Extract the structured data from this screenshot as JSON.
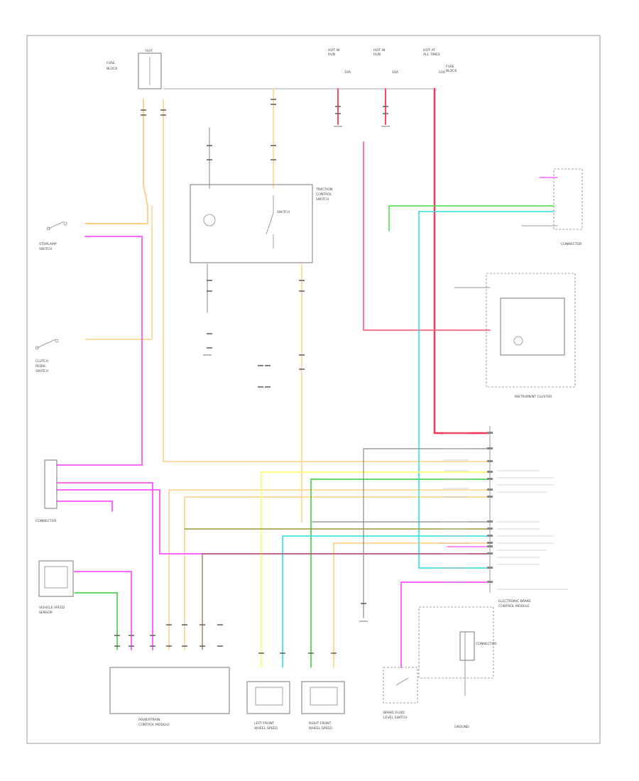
{
  "diagram": {
    "footer_code": "",
    "components": {
      "instrument_cluster": "INSTRUMENT CLUSTER",
      "electronic_brake_module": "ELECTRONIC BRAKE CONTROL MODULE (EBCM)",
      "powertrain_control_module": "POWERTRAIN CONTROL MODULE",
      "left_front_wheel_speed_sensor": "LEFT FRONT WHEEL SPEED SENSOR",
      "right_front_wheel_speed_sensor": "RIGHT FRONT WHEEL SPEED SENSOR",
      "brake_fluid_level_switch": "BRAKE FLUID LEVEL SWITCH",
      "stoplamp_switch": "STOPLAMP SWITCH",
      "clutch_pedal_switch": "CLUTCH PEDAL SWITCH",
      "vehicle_speed_sensor": "VEHICLE SPEED SENSOR",
      "traction_control_switch": "TRACTION CONTROL SWITCH",
      "ground": "GROUND",
      "fuse_block": "FUSE BLOCK",
      "hot_at_all_times": "HOT AT ALL TIMES",
      "hot_in_run": "HOT IN RUN"
    }
  },
  "colors": {
    "pink": "#ff66ff",
    "red": "#ff3355",
    "yellow": "#ffff66",
    "orange": "#ffcc77",
    "green": "#33cc33",
    "cyan": "#22dddd",
    "olive": "#999933",
    "brown": "#996644",
    "gray": "#888888"
  }
}
